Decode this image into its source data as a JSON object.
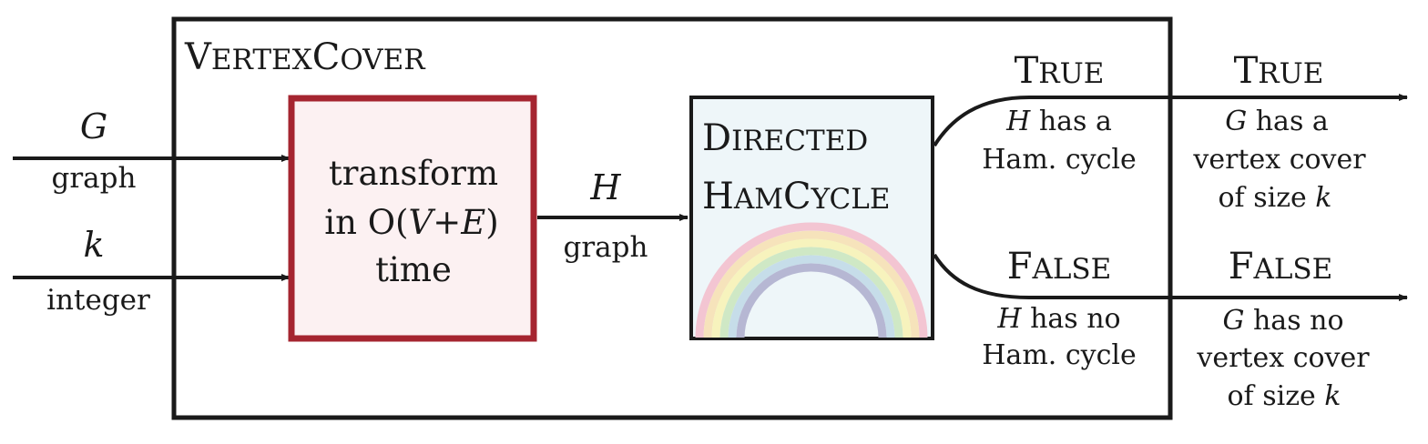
{
  "outer_box": {
    "title_cap1": "V",
    "title_rest1": "ERTEX",
    "title_cap2": "C",
    "title_rest2": "OVER"
  },
  "inputs": [
    {
      "var": "G",
      "type": "graph"
    },
    {
      "var": "k",
      "type": "integer"
    }
  ],
  "transform_box": {
    "line1": "transform",
    "line2": "in O(",
    "line2_v": "V",
    "line2_plus": "+",
    "line2_e": "E",
    "line2_close": ")",
    "line3": "time"
  },
  "middle_arrow": {
    "var": "H",
    "type": "graph"
  },
  "oracle_box": {
    "line1_cap": "D",
    "line1_rest": "IRECTED",
    "line2_cap1": "H",
    "line2_rest1": "AM",
    "line2_cap2": "C",
    "line2_rest2": "YCLE"
  },
  "inner_outputs": {
    "true": {
      "cap": "T",
      "rest": "RUE",
      "var": "H",
      "note1": " has a",
      "note2": "Ham. cycle"
    },
    "false": {
      "cap": "F",
      "rest": "ALSE",
      "var": "H",
      "note1": " has no",
      "note2": "Ham. cycle"
    }
  },
  "outer_outputs": {
    "true": {
      "cap": "T",
      "rest": "RUE",
      "var": "G",
      "note1": " has a",
      "note2": "vertex cover",
      "note3": "of size ",
      "note3_var": "k"
    },
    "false": {
      "cap": "F",
      "rest": "ALSE",
      "var": "G",
      "note1": " has no",
      "note2": "vertex cover",
      "note3": "of size ",
      "note3_var": "k"
    }
  },
  "colors": {
    "ink": "#1a1a1a",
    "transform_border": "#a52530",
    "transform_fill": "#fcf1f2",
    "oracle_fill": "#eef6f9",
    "rainbow": [
      "#f3c5d2",
      "#f6e3bb",
      "#f7f3bd",
      "#cfe8c5",
      "#c6dde9",
      "#b6b7d3"
    ]
  }
}
